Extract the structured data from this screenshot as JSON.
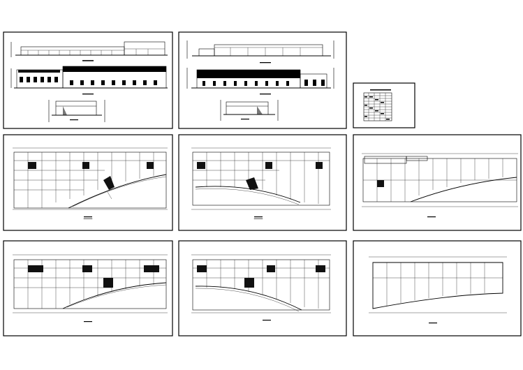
{
  "sheet": {
    "title": "",
    "panels": [
      {
        "id": "elevations-1",
        "kind": "elevation-set"
      },
      {
        "id": "elevations-2",
        "kind": "elevation-set"
      },
      {
        "id": "door-window-schedule",
        "kind": "schedule-table"
      },
      {
        "id": "floor-plan-1",
        "kind": "floor-plan"
      },
      {
        "id": "floor-plan-2",
        "kind": "floor-plan"
      },
      {
        "id": "floor-plan-3",
        "kind": "floor-plan"
      },
      {
        "id": "floor-plan-4",
        "kind": "floor-plan"
      },
      {
        "id": "floor-plan-5",
        "kind": "floor-plan"
      },
      {
        "id": "roof-plan",
        "kind": "roof-plan"
      }
    ]
  }
}
